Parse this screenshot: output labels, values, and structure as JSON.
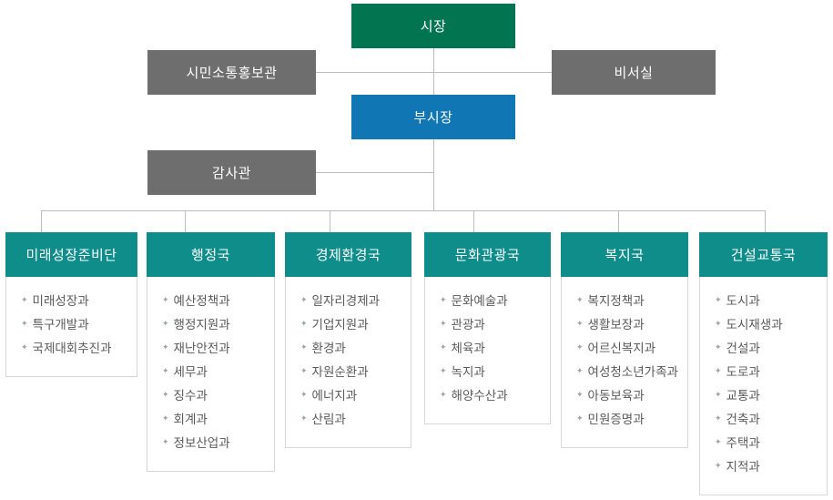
{
  "chart_title": "",
  "colors": {
    "mayor": "#037450",
    "vice_mayor": "#1076B4",
    "staff_gray": "#6E6E6E",
    "department_header": "#0E8D8B",
    "line": "#bdbdbd",
    "item_text": "#5a5a5a",
    "bullet": "#9aa4ad",
    "box_border": "#d8d8d8"
  },
  "top": {
    "mayor": "시장",
    "vice_mayor": "부시장",
    "left_staff_1": "시민소통홍보관",
    "right_staff_1": "비서실",
    "left_staff_2": "감사관"
  },
  "bullet_glyph": "✦",
  "departments": [
    {
      "name": "미래성장준비단",
      "items": [
        "미래성장과",
        "특구개발과",
        "국제대회추진과"
      ]
    },
    {
      "name": "행정국",
      "items": [
        "예산정책과",
        "행정지원과",
        "재난안전과",
        "세무과",
        "징수과",
        "회계과",
        "정보산업과"
      ]
    },
    {
      "name": "경제환경국",
      "items": [
        "일자리경제과",
        "기업지원과",
        "환경과",
        "자원순환과",
        "에너지과",
        "산림과"
      ]
    },
    {
      "name": "문화관광국",
      "items": [
        "문화예술과",
        "관광과",
        "체육과",
        "녹지과",
        "해양수산과"
      ]
    },
    {
      "name": "복지국",
      "items": [
        "복지정책과",
        "생활보장과",
        "어르신복지과",
        "여성청소년가족과",
        "아동보육과",
        "민원증명과"
      ]
    },
    {
      "name": "건설교통국",
      "items": [
        "도시과",
        "도시재생과",
        "건설과",
        "도로과",
        "교통과",
        "건축과",
        "주택과",
        "지적과"
      ]
    }
  ]
}
